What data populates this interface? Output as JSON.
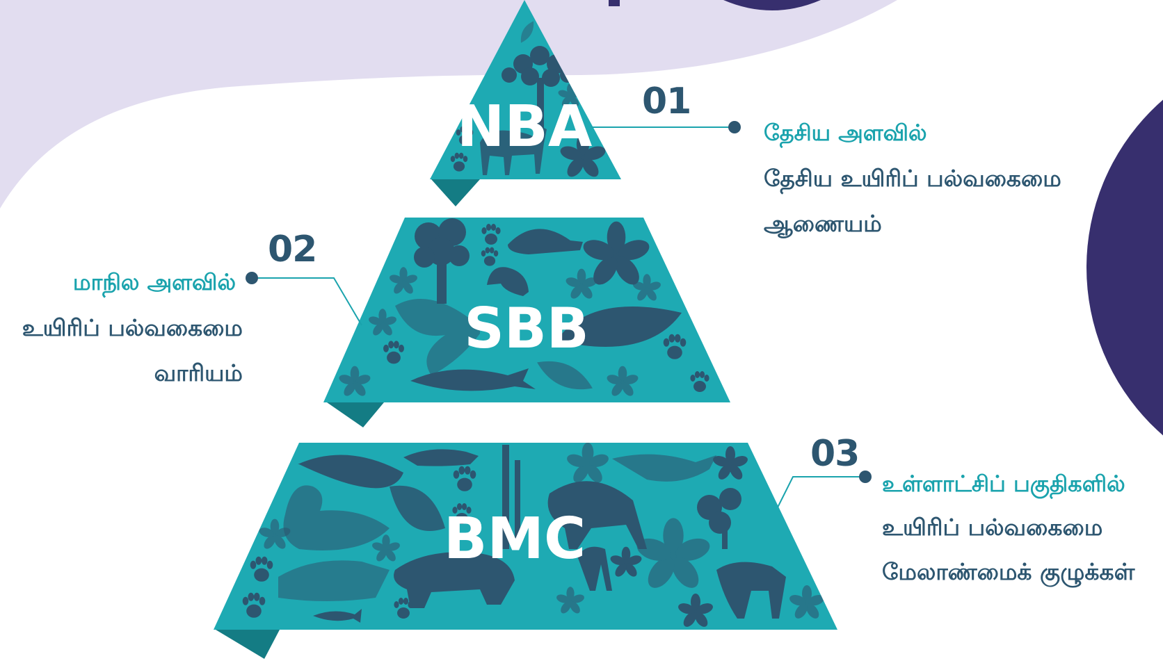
{
  "colors": {
    "background": "#ffffff",
    "lavender_blob": "#e2ddf0",
    "navy_circle": "#372f6e",
    "teal_fill": "#1eaab3",
    "teal_fold": "#147c84",
    "silhouette": "#2d5670",
    "accent_text": "#1aa3ad",
    "dark_text": "#2d5670"
  },
  "tiers": [
    {
      "abbr": "NBA",
      "number": "01",
      "level": "தேசிய அளவில்",
      "name_lines": [
        "தேசிய உயிரிப் பல்வகைமை",
        "ஆணையம்"
      ],
      "silhouettes": [
        "tree",
        "deer",
        "paw-prints",
        "flower",
        "leaf"
      ]
    },
    {
      "abbr": "SBB",
      "number": "02",
      "level": "மாநில அளவில்",
      "name_lines": [
        "உயிரிப் பல்வகைமை",
        "வாரியம்"
      ],
      "silhouettes": [
        "tree",
        "turtle",
        "squirrel",
        "butterfly",
        "leaf",
        "dolphin",
        "paw-prints",
        "flowers"
      ]
    },
    {
      "abbr": "BMC",
      "number": "03",
      "level": "உள்ளாட்சிப் பகுதிகளில்",
      "name_lines": [
        "உயிரிப் பல்வகைமை",
        "மேலாண்மைக் குழுக்கள்"
      ],
      "silhouettes": [
        "leaves",
        "otter",
        "bamboo",
        "bird",
        "duck",
        "anteater",
        "hippo",
        "crane",
        "monkey",
        "fish",
        "paw-prints",
        "flowers"
      ]
    }
  ]
}
